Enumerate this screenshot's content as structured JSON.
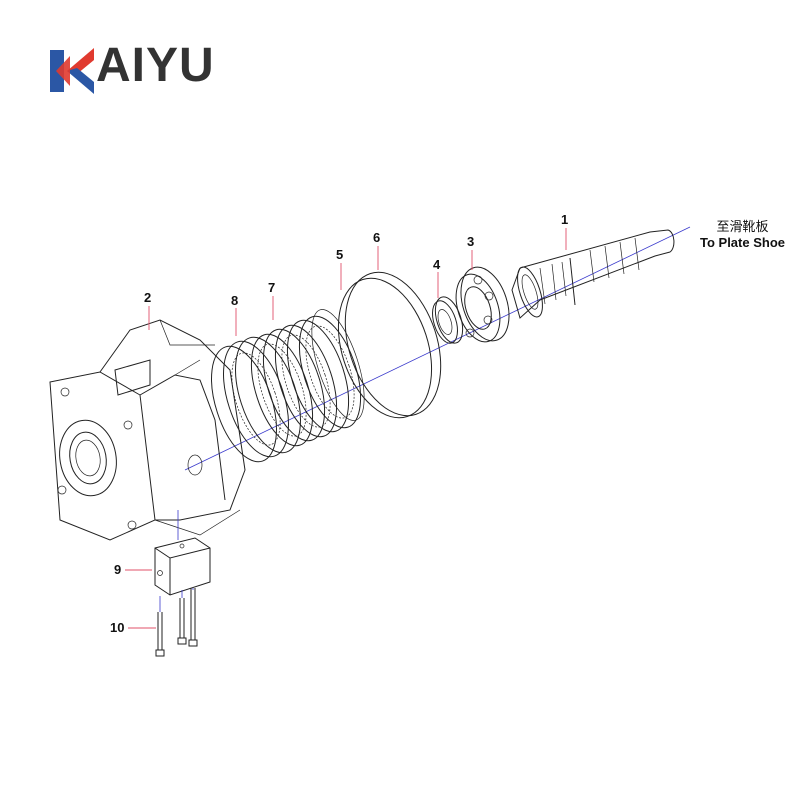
{
  "logo": {
    "text": "KAIYU",
    "glyph": "K",
    "rest": "AIYU",
    "colors": {
      "red": "#e03a2f",
      "blue": "#2b57a5",
      "text": "#333333"
    }
  },
  "note": {
    "cn": "至滑靴板",
    "en": "To Plate Shoe"
  },
  "callouts": [
    {
      "id": "1",
      "label": "1"
    },
    {
      "id": "2",
      "label": "2"
    },
    {
      "id": "3",
      "label": "3"
    },
    {
      "id": "4",
      "label": "4"
    },
    {
      "id": "5",
      "label": "5"
    },
    {
      "id": "6",
      "label": "6"
    },
    {
      "id": "7",
      "label": "7"
    },
    {
      "id": "8",
      "label": "8"
    },
    {
      "id": "9",
      "label": "9"
    },
    {
      "id": "10",
      "label": "10"
    }
  ],
  "colors": {
    "leader": "#e0506a",
    "axis": "#3a3acc",
    "line": "#222222"
  }
}
